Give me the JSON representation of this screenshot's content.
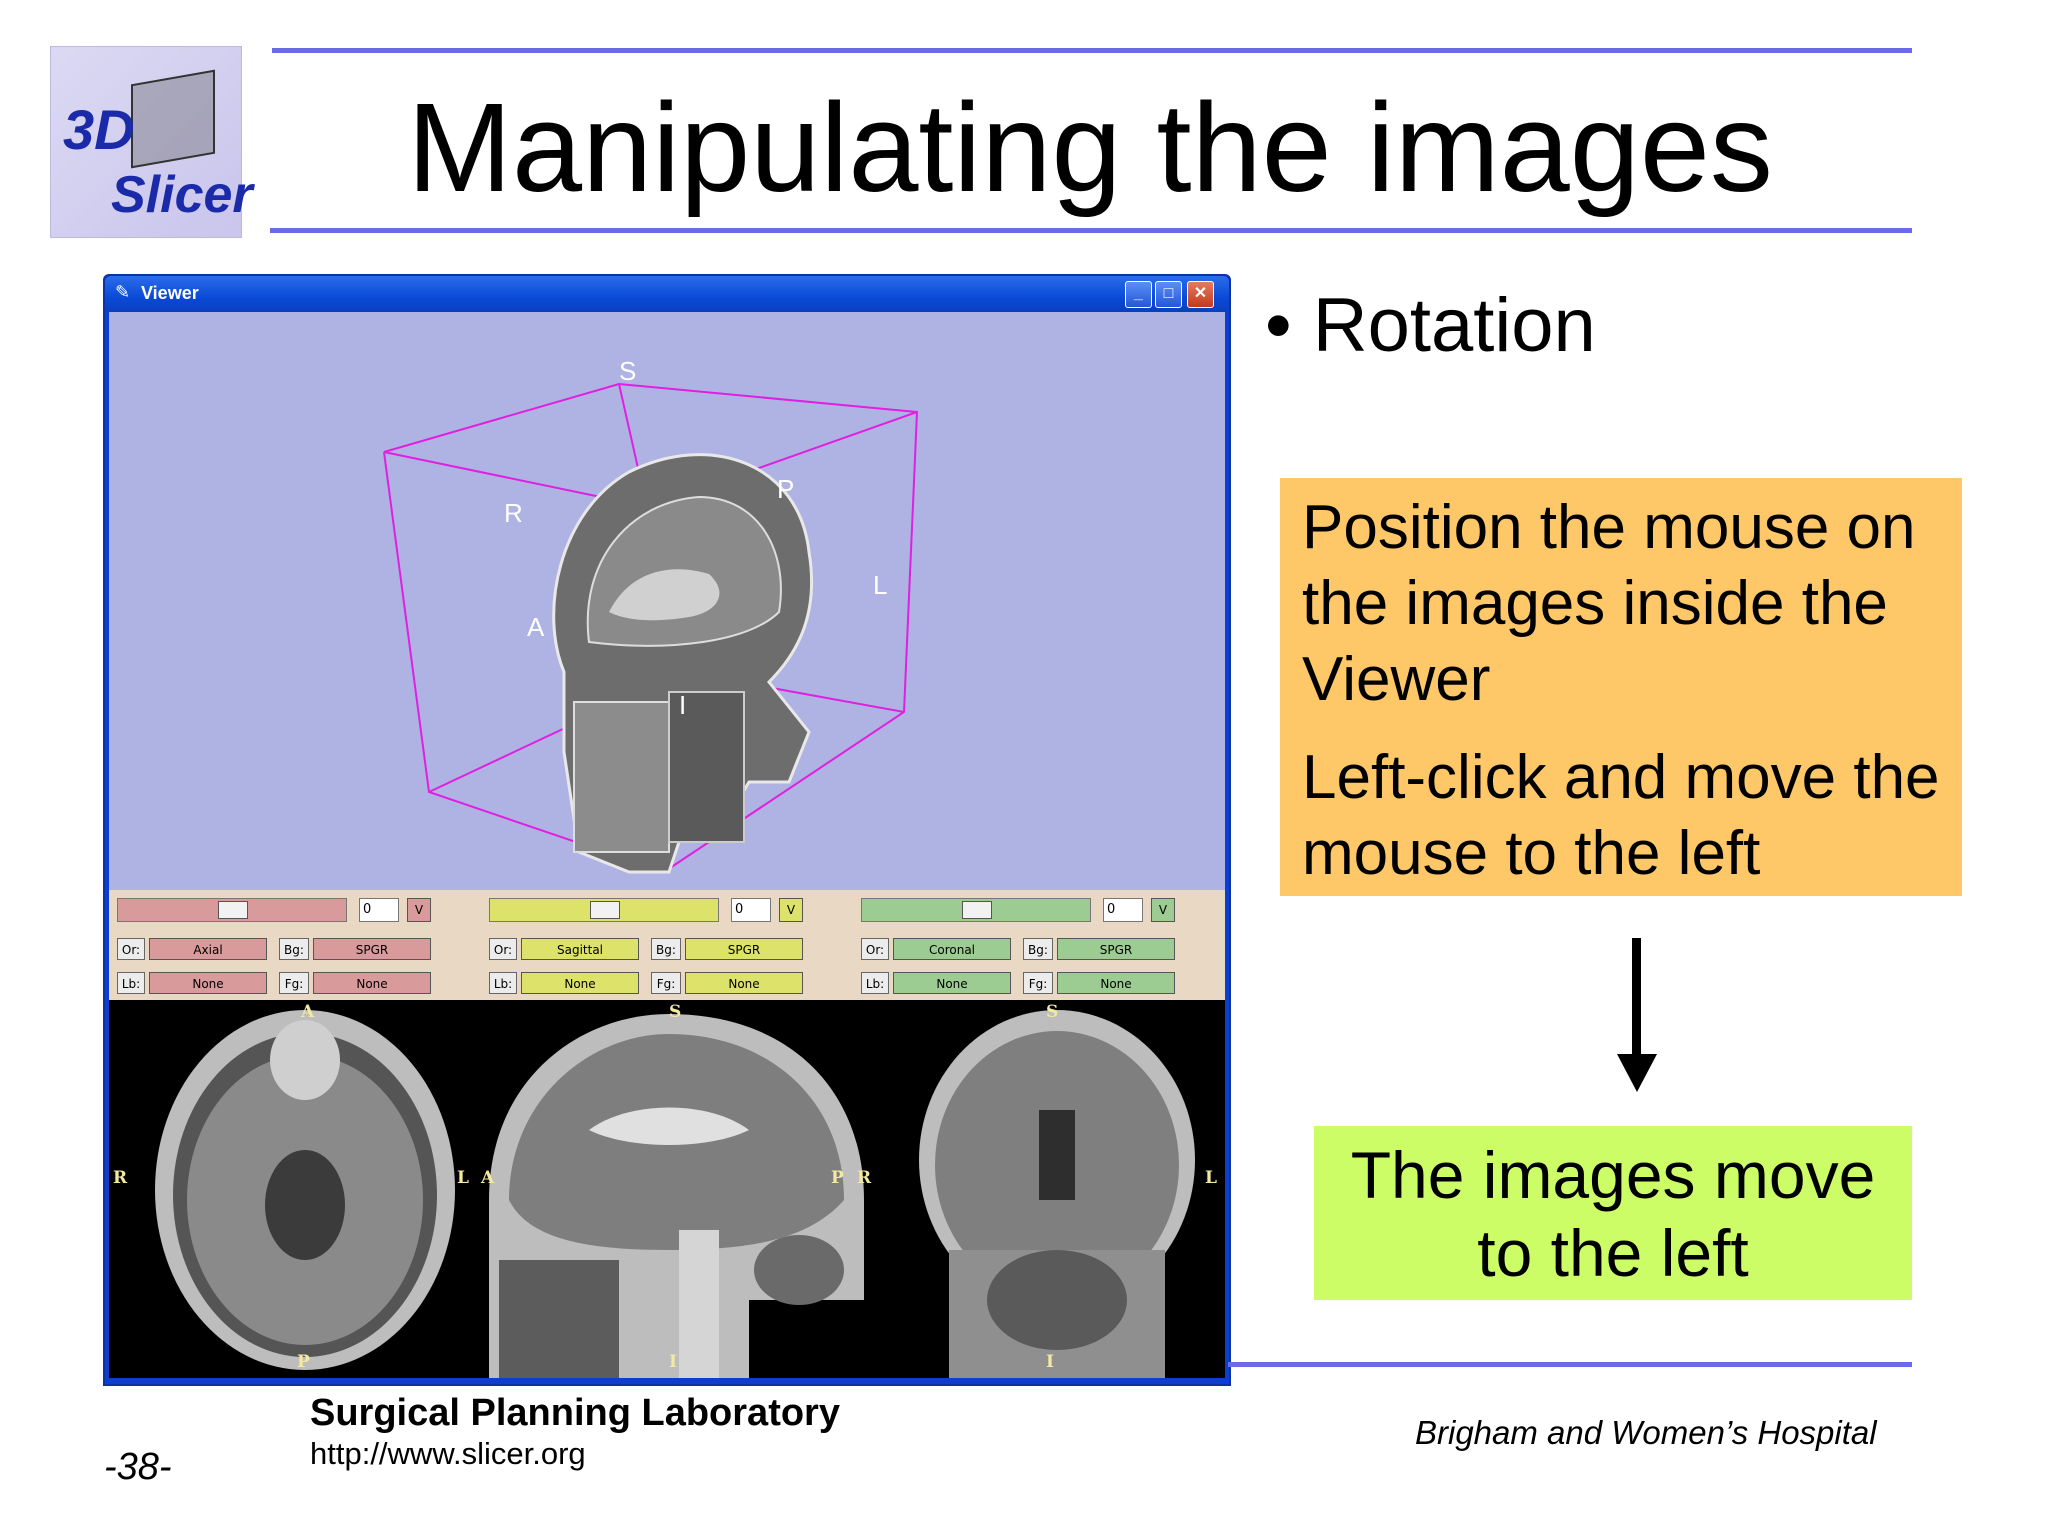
{
  "logo": {
    "top_text": "3D",
    "bottom_text": "Slicer"
  },
  "title": "Manipulating the images",
  "viewer": {
    "window_title": "Viewer",
    "buttons": {
      "minimize": "_",
      "maximize": "□",
      "close": "✕"
    },
    "view3d_labels": {
      "S": "S",
      "P": "P",
      "R": "R",
      "L": "L",
      "A": "A",
      "I": "I"
    },
    "panels": [
      {
        "name": "axial",
        "color": "#d89a9b",
        "slider_fraction": 0.5,
        "value": "0",
        "v_label": "V",
        "or_label": "Or:",
        "orientation": "Axial",
        "bg_label": "Bg:",
        "bg_value": "SPGR",
        "lb_label": "Lb:",
        "lb_value": "None",
        "fg_label": "Fg:",
        "fg_value": "None",
        "orient": {
          "top": "A",
          "bottom": "P",
          "left": "R",
          "right": "L"
        }
      },
      {
        "name": "sagittal",
        "color": "#dde26a",
        "slider_fraction": 0.5,
        "value": "0",
        "v_label": "V",
        "or_label": "Or:",
        "orientation": "Sagittal",
        "bg_label": "Bg:",
        "bg_value": "SPGR",
        "lb_label": "Lb:",
        "lb_value": "None",
        "fg_label": "Fg:",
        "fg_value": "None",
        "orient": {
          "top": "S",
          "bottom": "I",
          "left": "A",
          "right": "P"
        }
      },
      {
        "name": "coronal",
        "color": "#9ccc91",
        "slider_fraction": 0.5,
        "value": "0",
        "v_label": "V",
        "or_label": "Or:",
        "orientation": "Coronal",
        "bg_label": "Bg:",
        "bg_value": "SPGR",
        "lb_label": "Lb:",
        "lb_value": "None",
        "fg_label": "Fg:",
        "fg_value": "None",
        "orient": {
          "top": "S",
          "bottom": "I",
          "left": "R",
          "right": "L"
        }
      }
    ]
  },
  "bullet": "• Rotation",
  "instruction_box": {
    "line1": "Position the mouse on the images inside the Viewer",
    "line2": "Left-click and move the mouse to the left"
  },
  "result_box": "The images move to the left",
  "footer": {
    "lab": "Surgical Planning Laboratory",
    "url": "http://www.slicer.org",
    "page": "-38-",
    "hospital": "Brigham and Women’s Hospital"
  },
  "colors": {
    "rule": "#6b6be8",
    "orange_box": "#fec768",
    "green_box": "#ccfd66",
    "view3d_bg": "#afb3e4",
    "bbox": "#e020e0"
  }
}
